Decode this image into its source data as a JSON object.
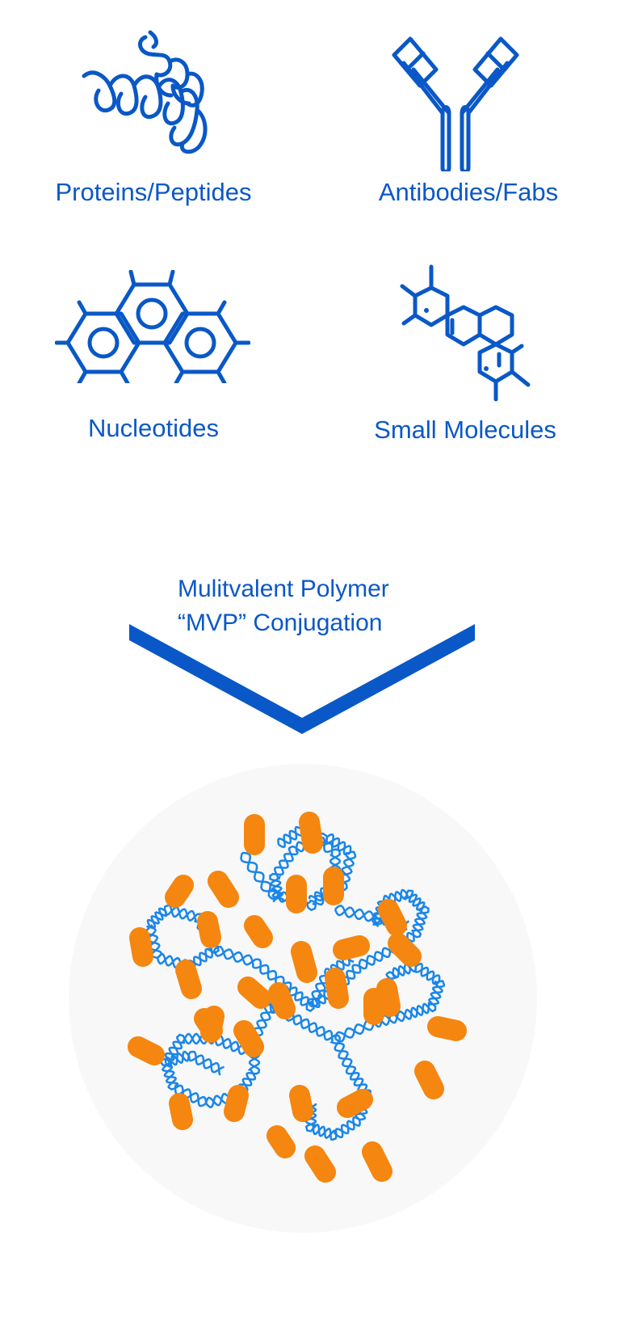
{
  "colors": {
    "blue": "#0a58c7",
    "strand": "#1a86e8",
    "orange": "#f5860f",
    "circle": "#f8f8f8"
  },
  "molecules": [
    {
      "label": "Proteins/Peptides",
      "icon": "protein-helix-icon"
    },
    {
      "label": "Antibodies/Fabs",
      "icon": "antibody-icon"
    },
    {
      "label": "Nucleotides",
      "icon": "nucleotide-rings-icon"
    },
    {
      "label": "Small Molecules",
      "icon": "small-molecule-icon"
    }
  ],
  "process": {
    "line1": "Mulitvalent Polymer",
    "line2": "“MVP” Conjugation"
  },
  "result": {
    "icon": "polymer-conjugate-icon"
  }
}
